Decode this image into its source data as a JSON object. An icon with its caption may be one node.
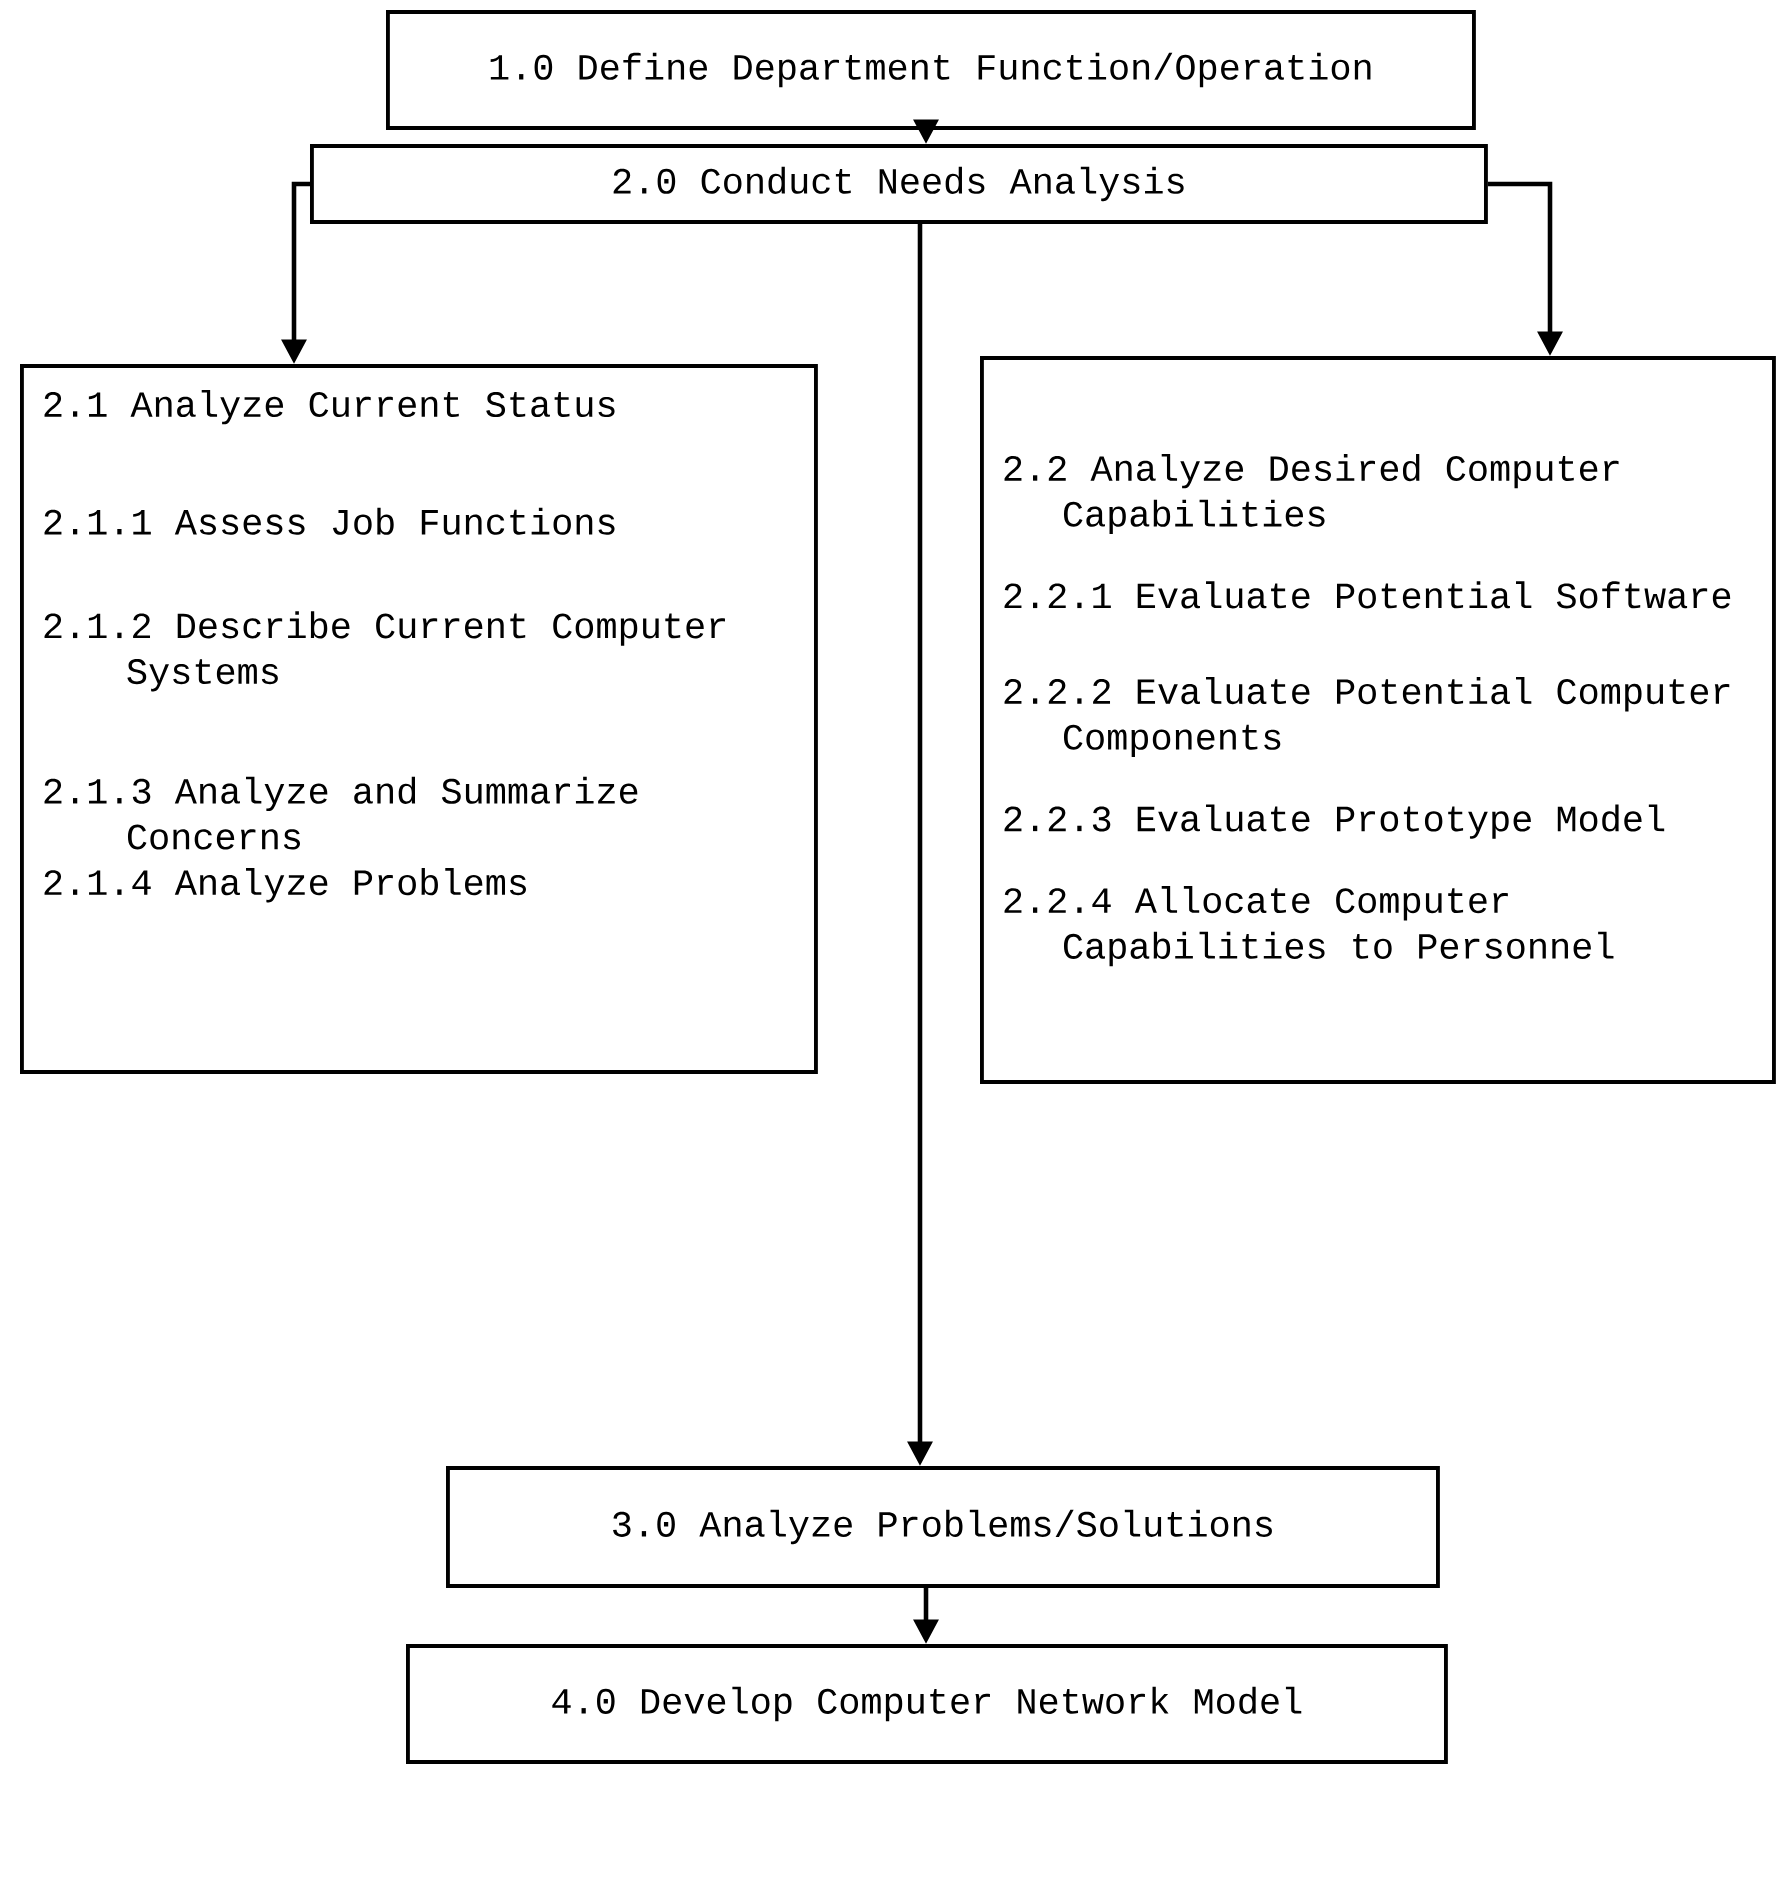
{
  "diagram": {
    "nodes": [
      {
        "text": [
          "1.0 Define Department Function/Operation"
        ]
      },
      {
        "text": [
          "2.0 Conduct Needs Analysis"
        ]
      },
      {
        "text": [
          "2.1 Analyze Current Status",
          "2.1.1 Assess Job Functions",
          "2.1.2 Describe Current Computer Systems",
          "2.1.3 Analyze and Summarize Concerns",
          "2.1.4 Analyze Problems"
        ]
      },
      {
        "text": [
          "2.2 Analyze Desired Computer Capabilities",
          "2.2.1 Evaluate Potential Software",
          "2.2.2 Evaluate Potential Computer Components",
          "2.2.3 Evaluate Prototype Model",
          "2.2.4 Allocate Computer Capabilities to Personnel"
        ]
      },
      {
        "text": [
          "3.0 Analyze Problems/Solutions"
        ]
      },
      {
        "text": [
          "4.0 Develop Computer Network Model"
        ]
      }
    ],
    "edges": [
      {
        "from": 0,
        "to": 1,
        "arrow": "to"
      },
      {
        "from": 1,
        "to": 2,
        "arrow": "to"
      },
      {
        "from": 1,
        "to": 3,
        "arrow": "to"
      },
      {
        "from": 1,
        "to": 4,
        "arrow": "to"
      },
      {
        "from": 4,
        "to": 5,
        "arrow": "to"
      }
    ]
  }
}
